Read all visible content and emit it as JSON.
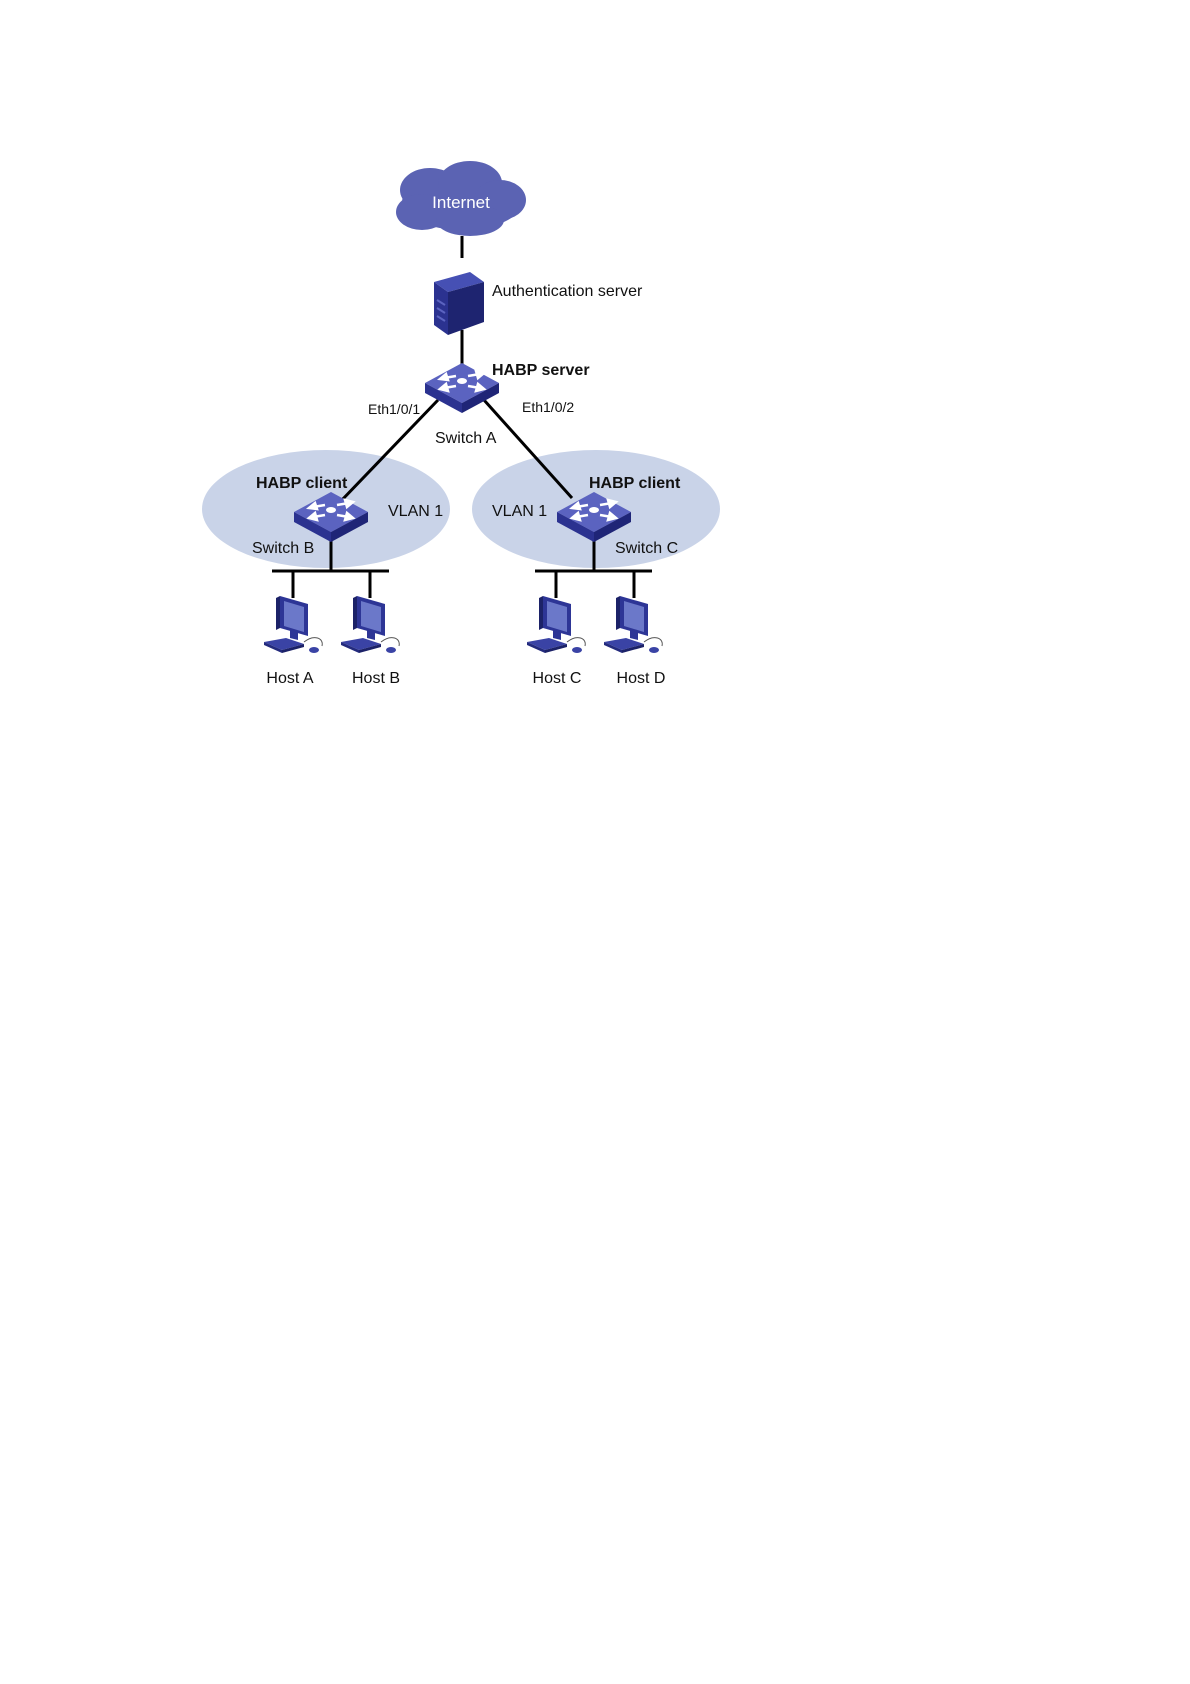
{
  "colors": {
    "line": "#000000",
    "vlan_fill": "#c9d3e8",
    "device_blue": "#3b45a6",
    "device_dark": "#232a78",
    "cloud": "#5b63b3"
  },
  "cloud": {
    "label": "Internet",
    "icon": "cloud-icon"
  },
  "auth_server": {
    "label": "Authentication server",
    "icon": "server-icon"
  },
  "switch_a": {
    "role": "HABP server",
    "name": "Switch A",
    "port_left": "Eth1/0/1",
    "port_right": "Eth1/0/2",
    "icon": "switch-icon"
  },
  "switch_b": {
    "role": "HABP client",
    "name": "Switch B",
    "vlan": "VLAN 1",
    "icon": "switch-icon"
  },
  "switch_c": {
    "role": "HABP client",
    "name": "Switch C",
    "vlan": "VLAN 1",
    "icon": "switch-icon"
  },
  "hosts": [
    {
      "label": "Host A",
      "icon": "pc-icon"
    },
    {
      "label": "Host B",
      "icon": "pc-icon"
    },
    {
      "label": "Host C",
      "icon": "pc-icon"
    },
    {
      "label": "Host D",
      "icon": "pc-icon"
    }
  ]
}
